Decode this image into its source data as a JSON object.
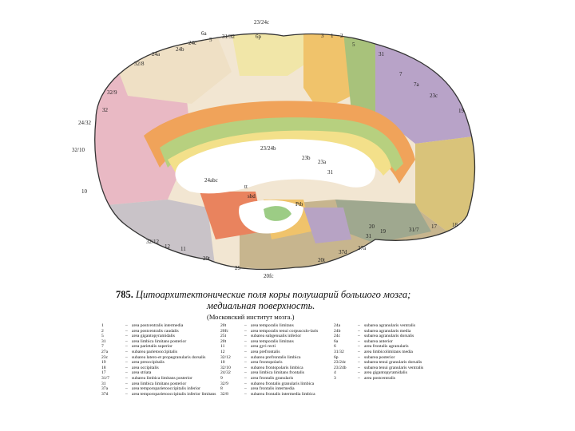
{
  "figure": {
    "number": "785.",
    "title_line1": "Цитоархитектонические поля коры полушарий большого мозга;",
    "title_line2": "медиальная поверхность.",
    "institute": "(Московский институт мозга.)"
  },
  "map_labels": [
    "23/24c",
    "6a",
    "31/32",
    "5",
    "6p",
    "24c",
    "24b",
    "24a",
    "3",
    "1",
    "2",
    "5",
    "31",
    "7",
    "7a",
    "23c",
    "19",
    "32/8",
    "32/9",
    "32",
    "24/32",
    "32/10",
    "10",
    "23/24b",
    "23b",
    "23a",
    "31",
    "24abc",
    "tt",
    "sbd",
    "Ptb",
    "20",
    "19",
    "31/7",
    "17",
    "18",
    "31",
    "37a",
    "37d",
    "20t",
    "20t",
    "25",
    "20fc",
    "32/12",
    "12",
    "11"
  ],
  "legend_columns": [
    [
      {
        "code": "1",
        "desc": "area postcentralis intermedia"
      },
      {
        "code": "2",
        "desc": "area postcentralis caudalis"
      },
      {
        "code": "5",
        "desc": "area gigantopyramidalis"
      },
      {
        "code": "31",
        "desc": "area limbica limitans posterior"
      },
      {
        "code": "7",
        "desc": "area parietalis superior"
      },
      {
        "code": "27a",
        "desc": "subarea parietooccipitalis"
      },
      {
        "code": "23c",
        "desc": "subarea latero-et propegranularis dorsalis"
      },
      {
        "code": "19",
        "desc": "area preoccipitalis"
      },
      {
        "code": "18",
        "desc": "area occipitalis"
      },
      {
        "code": "17",
        "desc": "area striata"
      },
      {
        "code": "31/7",
        "desc": "subarea limbica limitans posterior"
      },
      {
        "code": "31",
        "desc": "area limbica limitans posterior"
      },
      {
        "code": "37a",
        "desc": "area temporoparietooccipitalis inferior"
      },
      {
        "code": "37d",
        "desc": "area temporoparietooccipitalis inferior limitans"
      }
    ],
    [
      {
        "code": "20t",
        "desc": "area temporalis limitans"
      },
      {
        "code": "20fc",
        "desc": "area temporalis tenui corpusculo-laris"
      },
      {
        "code": "25t",
        "desc": "subarea subgenualis inferior"
      },
      {
        "code": "20t",
        "desc": "area temporalis limitans"
      },
      {
        "code": "11",
        "desc": "area gyri recti"
      },
      {
        "code": "12",
        "desc": "area prefrontalis"
      },
      {
        "code": "32/12",
        "desc": "subarea prefrontalis limbica"
      },
      {
        "code": "10",
        "desc": "area frontopolaris"
      },
      {
        "code": "32/10",
        "desc": "subarea frontopolaris limbica"
      },
      {
        "code": "24/32",
        "desc": "area limbica limitans frontalis"
      },
      {
        "code": "9",
        "desc": "area frontalis granularis"
      },
      {
        "code": "32/9",
        "desc": "subarea frontalis granularis limbica"
      },
      {
        "code": "8",
        "desc": "area frontalis intermedia"
      },
      {
        "code": "32/8",
        "desc": "subarea frontalis intermedia limbica"
      }
    ],
    [
      {
        "code": "24a",
        "desc": "subarea agranularis ventralis"
      },
      {
        "code": "24b",
        "desc": "subarea agranularis media"
      },
      {
        "code": "24c",
        "desc": "subarea agranularis dorsalis"
      },
      {
        "code": "6a",
        "desc": "subarea anterior"
      },
      {
        "code": "6",
        "desc": "area frontalis agranularis"
      },
      {
        "code": "31/32",
        "desc": "area limbicolimitans media"
      },
      {
        "code": "6p",
        "desc": "subarea posterior"
      },
      {
        "code": "23/24c",
        "desc": "subarea tenui granularis dorsalis"
      },
      {
        "code": "23/24b",
        "desc": "subarea tenui granularis ventralis"
      },
      {
        "code": "4",
        "desc": "area gigantopyramidalis"
      },
      {
        "code": "3",
        "desc": "area postcentralis"
      }
    ]
  ]
}
